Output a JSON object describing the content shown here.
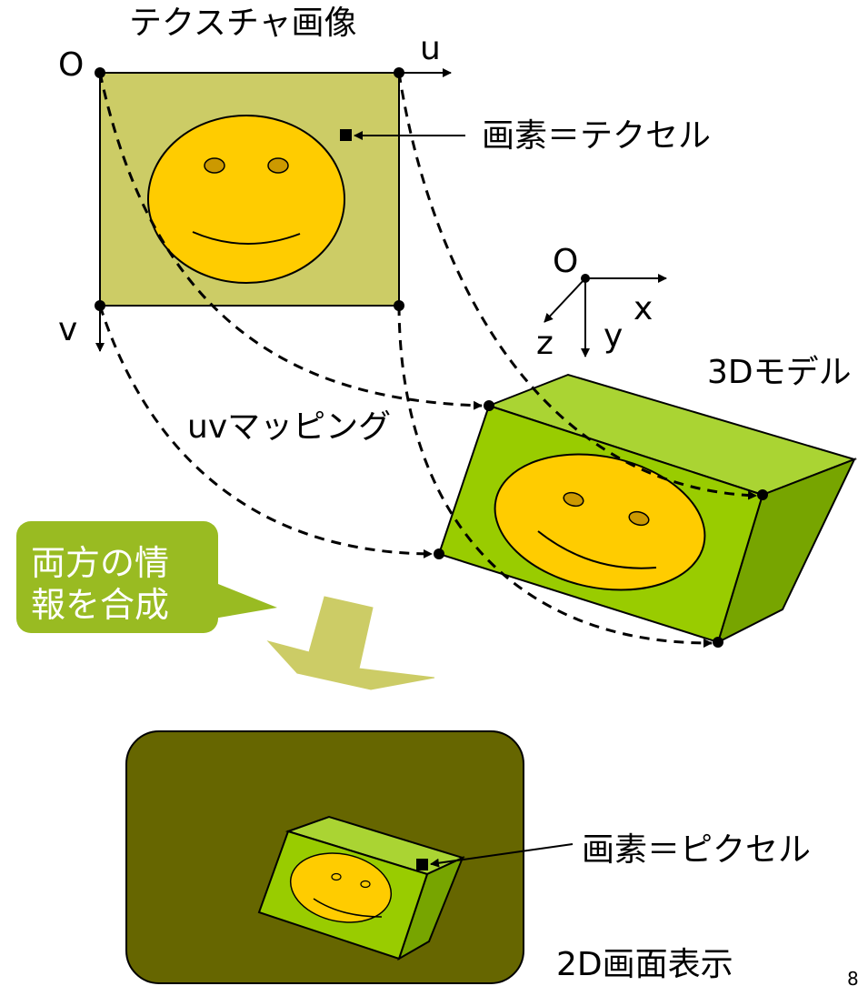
{
  "texture": {
    "title": "テクスチャ画像",
    "origin": "O",
    "u_axis": "u",
    "v_axis": "v",
    "texel_label": "画素＝テクセル",
    "face_color": "#cccc66",
    "smiley_color": "#ffcc00",
    "eye_color": "#cc9900"
  },
  "model": {
    "origin": "O",
    "x_axis": "x",
    "y_axis": "y",
    "z_axis": "z",
    "label": "3Dモデル",
    "front_color": "#99cc00",
    "top_color": "#aad433",
    "side_color": "#77a500"
  },
  "mapping": {
    "label": "uvマッピング"
  },
  "callout": {
    "text": "両方の情\n報を合成",
    "color": "#99bb22"
  },
  "arrow": {
    "color": "#cccc66"
  },
  "screen": {
    "pixel_label": "画素＝ピクセル",
    "label": "2D画面表示",
    "background": "#666600"
  },
  "page_number": "8"
}
